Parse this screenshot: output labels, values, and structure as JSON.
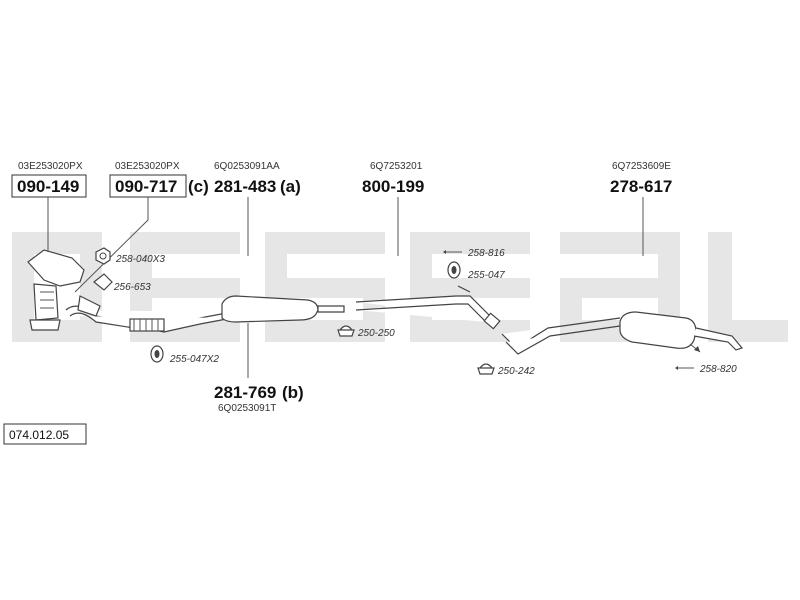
{
  "catalog_number": "074.012.05",
  "parts": [
    {
      "oem": "03E253020PX",
      "part_no": "090-149",
      "suffix": ""
    },
    {
      "oem": "03E253020PX",
      "part_no": "090-717",
      "suffix": "(c)"
    },
    {
      "oem": "6Q0253091AA",
      "part_no": "281-483",
      "suffix": "(a)"
    },
    {
      "oem": "6Q7253201",
      "part_no": "800-199",
      "suffix": ""
    },
    {
      "oem": "6Q7253609E",
      "part_no": "278-617",
      "suffix": ""
    },
    {
      "oem": "6Q0253091T",
      "part_no": "281-769",
      "suffix": "(b)"
    }
  ],
  "hardware": [
    {
      "id": "258-040X3",
      "label": "258-040X3"
    },
    {
      "id": "256-653",
      "label": "256-653"
    },
    {
      "id": "255-047X2",
      "label": "255-047X2"
    },
    {
      "id": "250-250",
      "label": "250-250"
    },
    {
      "id": "258-816",
      "label": "258-816"
    },
    {
      "id": "255-047",
      "label": "255-047"
    },
    {
      "id": "250-242",
      "label": "250-242"
    },
    {
      "id": "258-820",
      "label": "258-820"
    }
  ],
  "colors": {
    "background": "#ffffff",
    "watermark": "#e6e6e6",
    "line": "#444444",
    "text": "#111111"
  }
}
